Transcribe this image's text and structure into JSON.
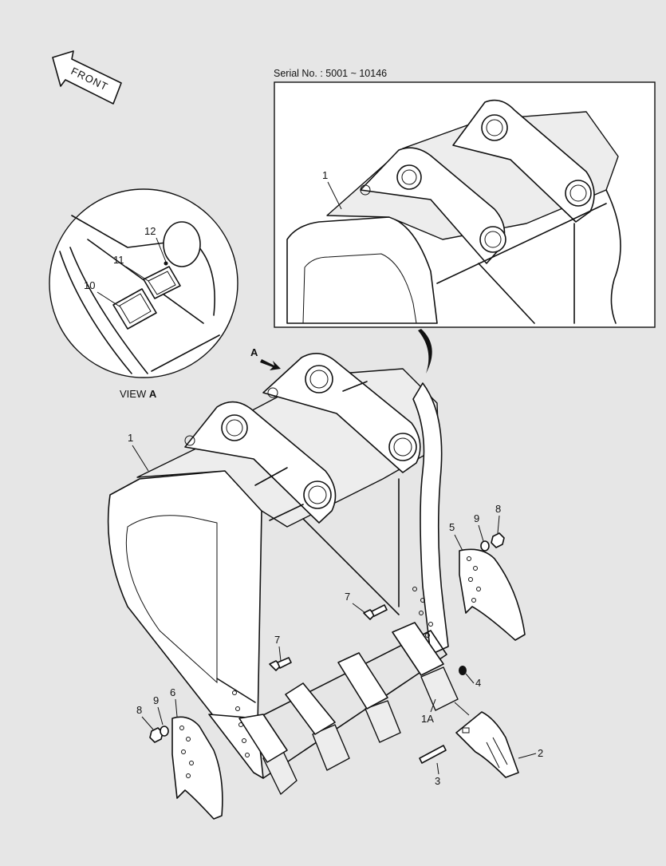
{
  "front_label": "FRONT",
  "serial_label": "Serial No. : 5001 ~ 10146",
  "view_a": {
    "prefix": "VIEW ",
    "letter": "A"
  },
  "arrow_a": "A",
  "callouts": {
    "detail_1": "1",
    "view_10": "10",
    "view_11": "11",
    "view_12": "12",
    "main_1": "1",
    "p5": "5",
    "p9_right": "9",
    "p8_right": "8",
    "p7_upper": "7",
    "p7_lower": "7",
    "p4": "4",
    "p1a": "1A",
    "p2": "2",
    "p3": "3",
    "p8_left": "8",
    "p9_left": "9",
    "p6": "6"
  }
}
